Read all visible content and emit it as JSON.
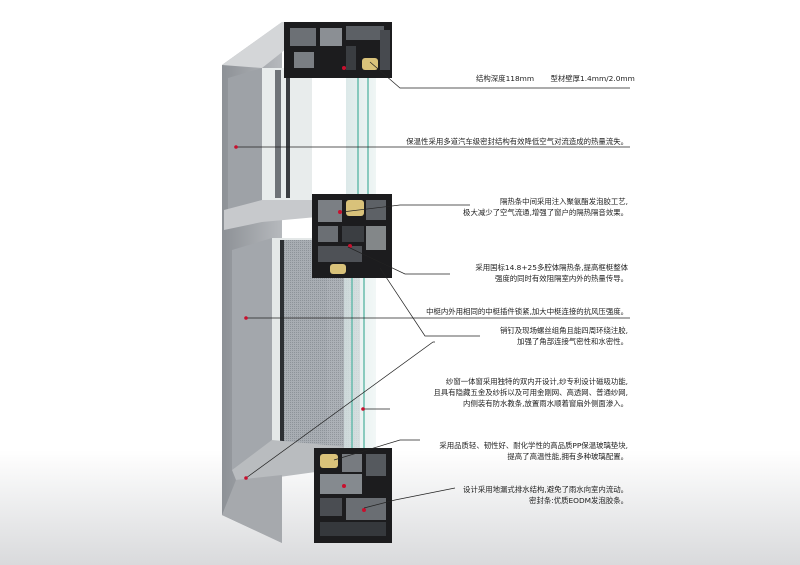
{
  "colors": {
    "frame_light": "#b4b7bb",
    "frame_mid": "#9a9ea3",
    "frame_dark": "#4a4d52",
    "profile_black": "#1c1c1e",
    "glass": "#cfe4e2",
    "glass_edge": "#5fb8a8",
    "accent_red": "#c8102e",
    "line": "#222222"
  },
  "annotations": {
    "spec1": "结构深度118mm",
    "spec2": "型材壁厚1.4mm/2.0mm",
    "insulation": "保温性采用多道汽车级密封结构有效降低空气对流造成的热量流失。",
    "foam_line1": "隔热条中间采用注入聚氨酯发泡胶工艺,",
    "foam_line2": "极大减少了空气流通,增强了窗户的隔热隔音效果。",
    "strip_line1": "采用国标14.8+25多腔体隔热条,提高框梃整体",
    "strip_line2": "强度的同时有效阻隔室内外的热量传导。",
    "mullion": "中梃内外用相同的中梃插件锁紧,加大中梃连接的抗风压强度。",
    "corner_line1": "销钉及现场螺丝组角且能四周环绕注胶,",
    "corner_line2": "加强了角部连接气密性和水密性。",
    "screen_line1": "纱窗一体窗采用独特的双内开设计,纱专利设计磁吸功能,",
    "screen_line2": "且具有隐藏五金及纱拆以及可用金刚网、高透网、普通纱网,",
    "screen_line3": "内侧装有防水教条,放置雨水顺着窗扇外侧面渗入。",
    "glazing_line1": "采用品质轻、韧性好、耐化学性的高品质PP保温玻璃垫块,",
    "glazing_line2": "提高了高温性能,拥有多种玻璃配置。",
    "drain": "设计采用地漏式排水结构,避免了雨水向室内流动。",
    "seal": "密封条:优质EODM发泡胶条。"
  }
}
